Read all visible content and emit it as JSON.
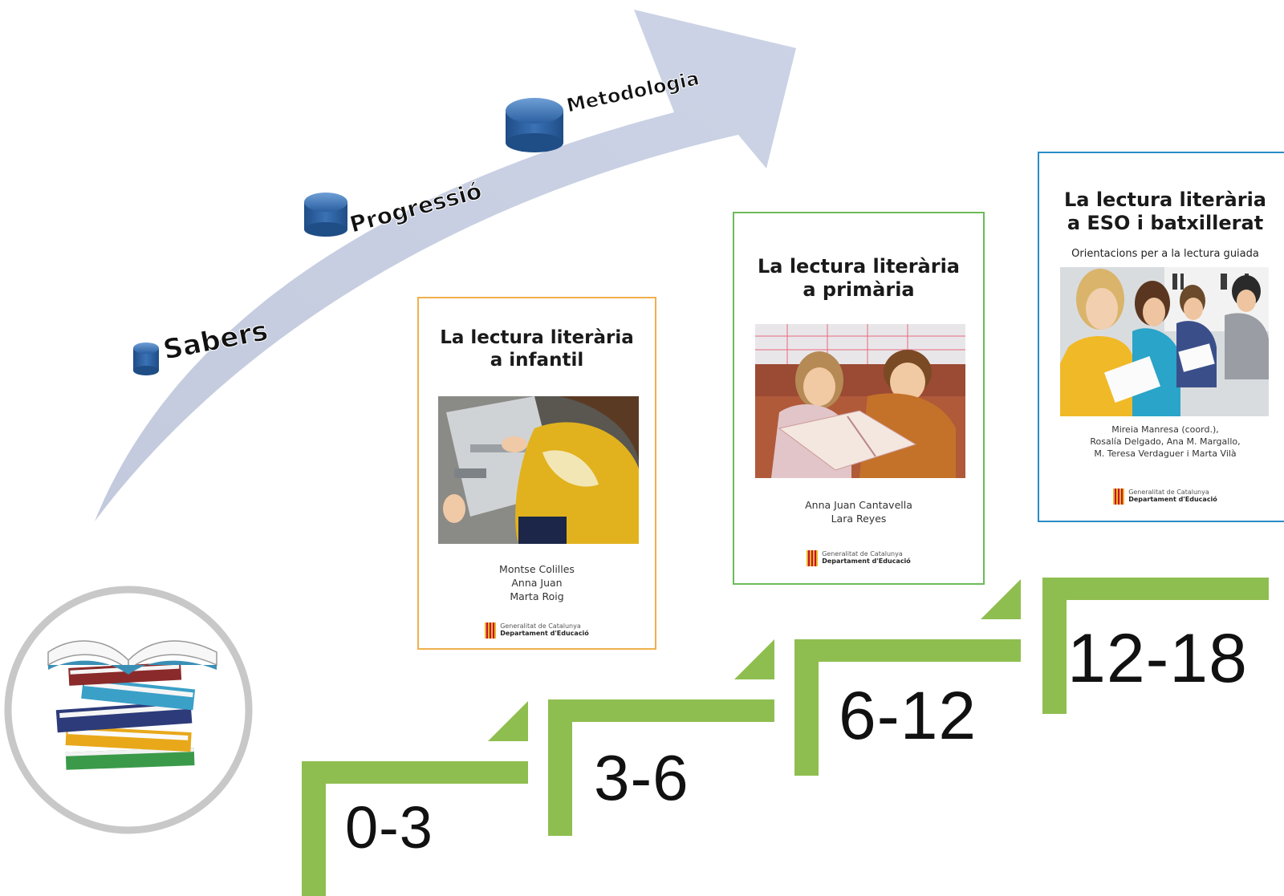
{
  "arrow": {
    "milestones": [
      {
        "label": "Sabers"
      },
      {
        "label": "Progressió"
      },
      {
        "label": "Metodologia"
      }
    ]
  },
  "steps": [
    {
      "label": "0-3"
    },
    {
      "label": "3-6"
    },
    {
      "label": "6-12"
    },
    {
      "label": "12-18"
    }
  ],
  "books": [
    {
      "title_line1": "La lectura literària",
      "title_line2": "a infantil",
      "authors": [
        "Montse Colilles",
        "Anna Juan",
        "Marta Roig"
      ],
      "publisher_line1": "Generalitat de Catalunya",
      "publisher_line2": "Departament d'Educació",
      "border_color": "#f0b04c"
    },
    {
      "title_line1": "La lectura literària",
      "title_line2": "a primària",
      "authors": [
        "Anna Juan Cantavella",
        "Lara Reyes"
      ],
      "publisher_line1": "Generalitat de Catalunya",
      "publisher_line2": "Departament d'Educació",
      "border_color": "#6dbb59"
    },
    {
      "title_line1": "La lectura literària",
      "title_line2": "a ESO i batxillerat",
      "subtitle": "Orientacions per a la lectura guiada",
      "authors": [
        "Mireia Manresa (coord.),",
        "Rosalía Delgado, Ana M. Margallo,",
        "M. Teresa Verdaguer i Marta Vilà"
      ],
      "publisher_line1": "Generalitat de Catalunya",
      "publisher_line2": "Departament d'Educació",
      "border_color": "#2b8cc8"
    }
  ],
  "colors": {
    "arrow": "#c9d0e3",
    "milestone": "#2a5fa0",
    "steps": "#8fbe50",
    "circle": "#c8c8c8"
  }
}
